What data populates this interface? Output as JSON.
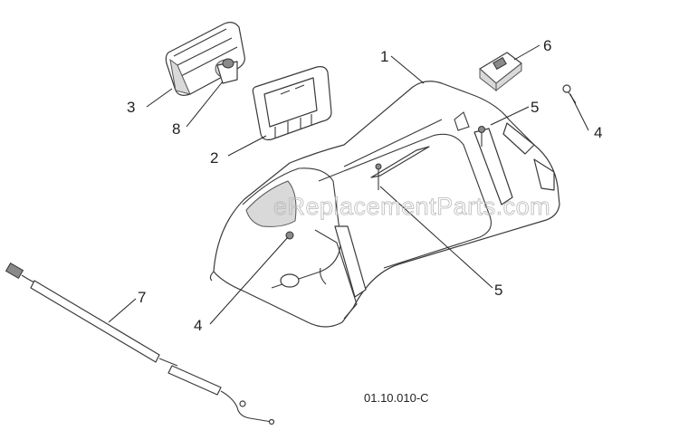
{
  "diagram": {
    "watermark": "eReplacementParts.com",
    "reference_code": "01.10.010-C",
    "callouts": [
      {
        "id": "c1",
        "label": "1"
      },
      {
        "id": "c2",
        "label": "2"
      },
      {
        "id": "c3",
        "label": "3"
      },
      {
        "id": "c4a",
        "label": "4"
      },
      {
        "id": "c4b",
        "label": "4"
      },
      {
        "id": "c5a",
        "label": "5"
      },
      {
        "id": "c5b",
        "label": "5"
      },
      {
        "id": "c6",
        "label": "6"
      },
      {
        "id": "c7",
        "label": "7"
      },
      {
        "id": "c8",
        "label": "8"
      }
    ]
  }
}
